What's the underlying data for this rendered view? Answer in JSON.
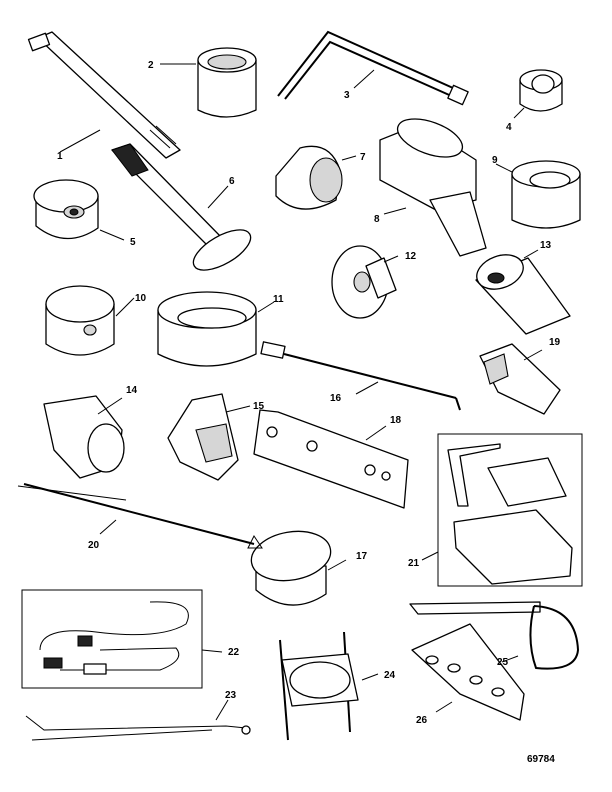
{
  "figure_id": "69784",
  "callouts": [
    "1",
    "2",
    "3",
    "4",
    "5",
    "6",
    "7",
    "8",
    "9",
    "10",
    "11",
    "12",
    "13",
    "14",
    "15",
    "16",
    "17",
    "18",
    "19",
    "20",
    "21",
    "22",
    "23",
    "24",
    "25",
    "26"
  ]
}
